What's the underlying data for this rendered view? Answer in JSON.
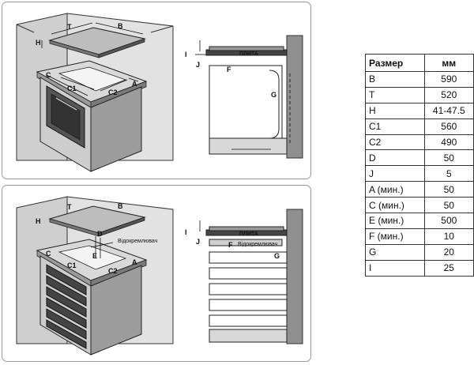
{
  "diagrams": {
    "top": {
      "labels": {
        "t": "T",
        "b": "B",
        "h": "H",
        "c": "C",
        "c1": "C1",
        "c2": "C2",
        "a": "A"
      },
      "section_labels": {
        "plate": "ПЛИТА",
        "i": "I",
        "j": "J",
        "f": "F",
        "g": "G"
      }
    },
    "bottom": {
      "labels": {
        "t": "T",
        "b": "B",
        "h": "H",
        "c": "C",
        "c1": "C1",
        "c2": "C2",
        "a": "A",
        "d": "D",
        "e": "E",
        "separator": "Відокремлювач"
      },
      "section_labels": {
        "plate": "ПЛИТА",
        "i": "I",
        "j": "J",
        "f": "F",
        "g": "G",
        "separator": "Відокремлювач"
      }
    }
  },
  "table": {
    "headers": [
      "Размер",
      "мм"
    ],
    "rows": [
      {
        "name": "B",
        "value": "590"
      },
      {
        "name": "T",
        "value": "520"
      },
      {
        "name": "H",
        "value": "41-47.5"
      },
      {
        "name": "C1",
        "value": "560"
      },
      {
        "name": "C2",
        "value": "490"
      },
      {
        "name": "D",
        "value": "50"
      },
      {
        "name": "J",
        "value": "5"
      },
      {
        "name": "A (мин.)",
        "value": "50"
      },
      {
        "name": "C (мин.)",
        "value": "50"
      },
      {
        "name": "E (мин.)",
        "value": "500"
      },
      {
        "name": "F (мин.)",
        "value": "10"
      },
      {
        "name": "G",
        "value": "20"
      },
      {
        "name": "I",
        "value": "25"
      }
    ]
  }
}
